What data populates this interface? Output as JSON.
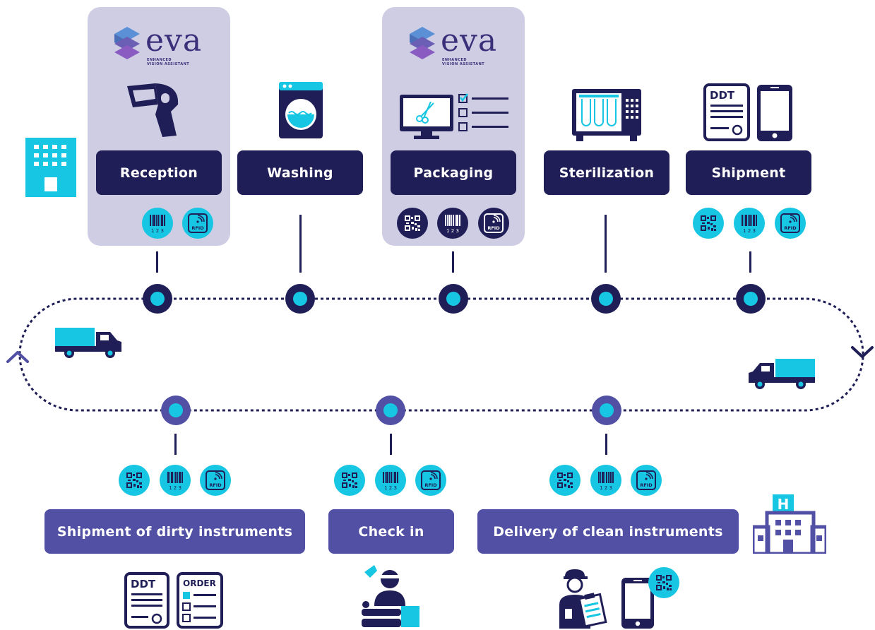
{
  "brand": {
    "name": "eva",
    "tagline_line1": "ENHANCED",
    "tagline_line2": "VISION ASSISTANT"
  },
  "top_stages": [
    {
      "label": "Reception",
      "eva": true,
      "badges": [
        "barcode",
        "rfid"
      ]
    },
    {
      "label": "Washing",
      "eva": false,
      "badges": []
    },
    {
      "label": "Packaging",
      "eva": true,
      "badges": [
        "qr",
        "barcode",
        "rfid"
      ]
    },
    {
      "label": "Sterilization",
      "eva": false,
      "badges": []
    },
    {
      "label": "Shipment",
      "eva": false,
      "badges": [
        "qr",
        "barcode",
        "rfid"
      ]
    }
  ],
  "bottom_stages": [
    {
      "label": "Shipment of dirty instruments",
      "badges": [
        "qr",
        "barcode",
        "rfid"
      ]
    },
    {
      "label": "Check in",
      "badges": [
        "qr",
        "barcode",
        "rfid"
      ]
    },
    {
      "label": "Delivery of clean instruments",
      "badges": [
        "qr",
        "barcode",
        "rfid"
      ]
    }
  ],
  "badge_text": {
    "barcode_digits": "1 2 3",
    "rfid": "RFID"
  },
  "documents": {
    "ddt": "DDT",
    "order": "ORDER",
    "hospital_letter": "H"
  },
  "colors": {
    "navy": "#201e57",
    "purple": "#5150a4",
    "cyan": "#17c6e2",
    "panel": "#cfcde3"
  }
}
